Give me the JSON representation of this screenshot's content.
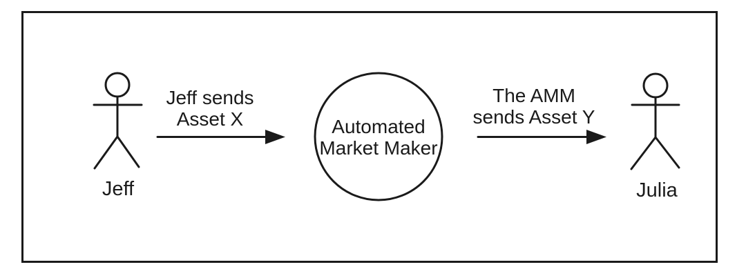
{
  "colors": {
    "stroke": "#1a1a1a",
    "background": "#ffffff"
  },
  "diagram": {
    "actor_left": {
      "label": "Jeff"
    },
    "arrow_left": {
      "label_line1": "Jeff sends",
      "label_line2": "Asset X"
    },
    "amm_node": {
      "label_line1": "Automated",
      "label_line2": "Market Maker"
    },
    "arrow_right": {
      "label_line1": "The AMM",
      "label_line2": "sends Asset Y"
    },
    "actor_right": {
      "label": "Julia"
    }
  },
  "icons": {
    "actor_left": "stick-figure-person-icon",
    "actor_right": "stick-figure-person-icon",
    "amm_node": "circle-node",
    "arrow_left": "right-arrow-icon",
    "arrow_right": "right-arrow-icon"
  }
}
